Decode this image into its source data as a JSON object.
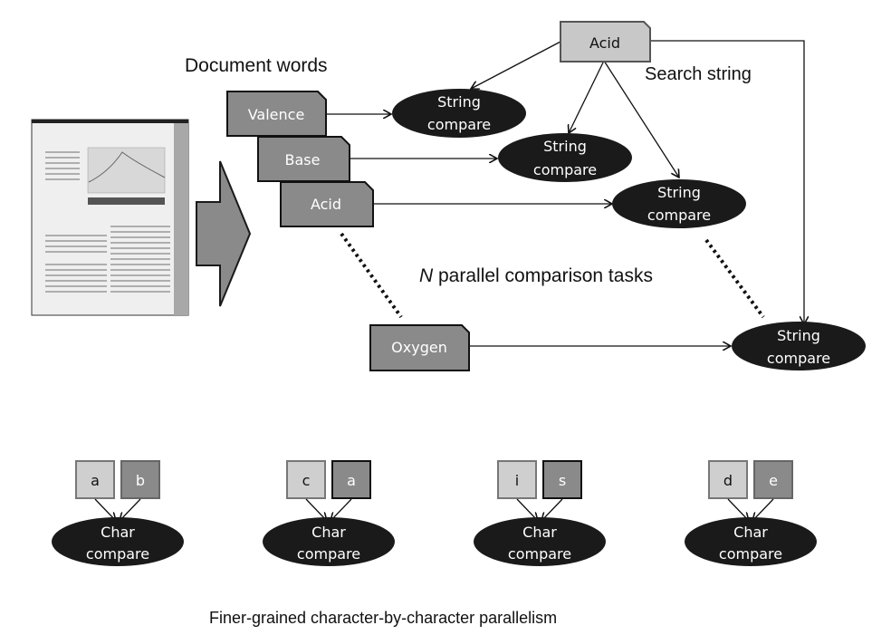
{
  "labels": {
    "document_words": "Document words",
    "search_string": "Search string",
    "parallel_tasks_italic": "N",
    "parallel_tasks_rest": " parallel comparison tasks",
    "finer_grained": "Finer-grained character-by-character parallelism"
  },
  "search_word": "Acid",
  "document_words": [
    "Valence",
    "Base",
    "Acid",
    "Oxygen"
  ],
  "string_compare": {
    "line1": "String",
    "line2": "compare"
  },
  "char_compare": {
    "line1": "Char",
    "line2": "compare"
  },
  "char_pairs": [
    {
      "left": "a",
      "right": "b"
    },
    {
      "left": "c",
      "right": "a"
    },
    {
      "left": "i",
      "right": "s"
    },
    {
      "left": "d",
      "right": "e"
    }
  ],
  "colors": {
    "word_box": "#8a8a8a",
    "search_box": "#c8c8c8",
    "ellipse": "#1a1a1a",
    "char_light": "#cfcfcf",
    "char_dark": "#8a8a8a"
  }
}
